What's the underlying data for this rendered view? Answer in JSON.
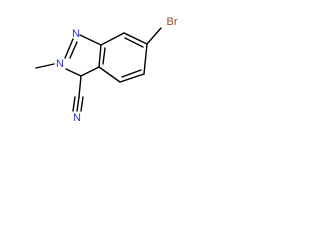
{
  "molecule": {
    "atoms": {
      "n_ring_top": "N",
      "n_ring_methyl": "N",
      "n_nitrile": "N",
      "bromine": "Br"
    },
    "colors": {
      "nitrogen": "#2f2fd6",
      "bromine": "#9a4a1e",
      "bond": "#000000"
    }
  }
}
